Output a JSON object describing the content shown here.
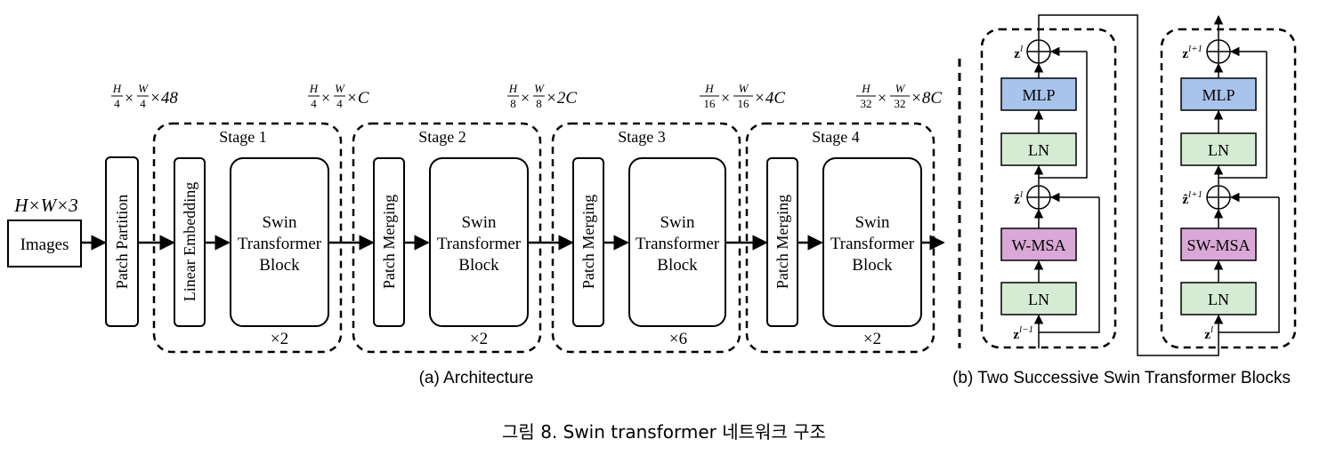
{
  "architecture": {
    "input_dims": "H×W×3",
    "images_label": "Images",
    "patch_partition_label": "Patch Partition",
    "dims": [
      {
        "num_h": "H",
        "den_h": "4",
        "num_w": "W",
        "den_w": "4",
        "ch": "×48"
      },
      {
        "num_h": "H",
        "den_h": "4",
        "num_w": "W",
        "den_w": "4",
        "ch": "×C"
      },
      {
        "num_h": "H",
        "den_h": "8",
        "num_w": "W",
        "den_w": "8",
        "ch": "×2C"
      },
      {
        "num_h": "H",
        "den_h": "16",
        "num_w": "W",
        "den_w": "16",
        "ch": "×4C"
      },
      {
        "num_h": "H",
        "den_h": "32",
        "num_w": "W",
        "den_w": "32",
        "ch": "×8C"
      }
    ],
    "stages": [
      {
        "title": "Stage 1",
        "first_block": "Linear Embedding",
        "block_lines": [
          "Swin",
          "Transformer",
          "Block"
        ],
        "repeat": "×2"
      },
      {
        "title": "Stage 2",
        "first_block": "Patch Merging",
        "block_lines": [
          "Swin",
          "Transformer",
          "Block"
        ],
        "repeat": "×2"
      },
      {
        "title": "Stage 3",
        "first_block": "Patch Merging",
        "block_lines": [
          "Swin",
          "Transformer",
          "Block"
        ],
        "repeat": "×6"
      },
      {
        "title": "Stage 4",
        "first_block": "Patch Merging",
        "block_lines": [
          "Swin",
          "Transformer",
          "Block"
        ],
        "repeat": "×2"
      }
    ],
    "caption": "(a) Architecture"
  },
  "blocks": {
    "left": {
      "mlp": "MLP",
      "ln_top": "LN",
      "attn": "W-MSA",
      "ln_bottom": "LN",
      "z_out": "z",
      "z_out_sup": "l",
      "z_mid": "ẑ",
      "z_mid_sup": "l",
      "z_in": "z",
      "z_in_sup": "l−1"
    },
    "right": {
      "mlp": "MLP",
      "ln_top": "LN",
      "attn": "SW-MSA",
      "ln_bottom": "LN",
      "z_out": "z",
      "z_out_sup": "l+1",
      "z_mid": "ẑ",
      "z_mid_sup": "l+1",
      "z_in": "z",
      "z_in_sup": "l"
    },
    "caption": "(b) Two Successive Swin Transformer Blocks",
    "colors": {
      "mlp": "#a9c4ec",
      "ln": "#d5ebd4",
      "attn": "#d9a8d6"
    }
  },
  "figure_caption": "그림 8. Swin transformer 네트워크 구조"
}
